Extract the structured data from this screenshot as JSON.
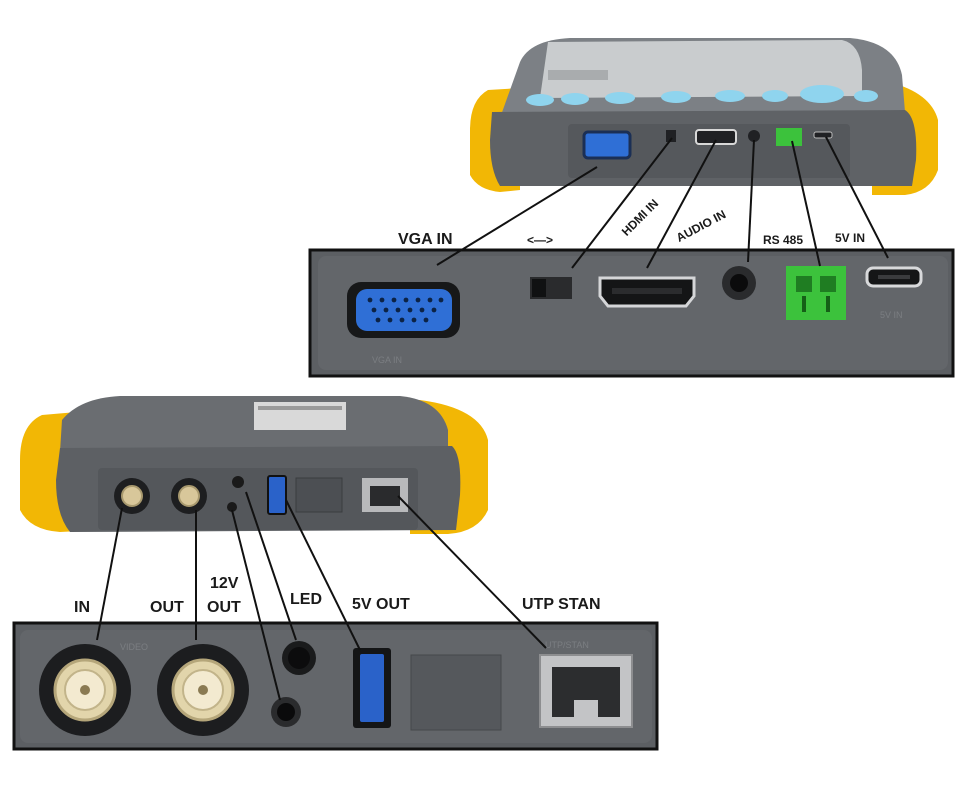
{
  "top_panel": {
    "labels": {
      "vga_in": "VGA IN",
      "switch": "<—>",
      "hdmi_in": "HDMI IN",
      "audio_in": "AUDIO IN",
      "rs485": "RS 485",
      "v5_in": "5V IN"
    }
  },
  "bottom_panel": {
    "labels": {
      "in": "IN",
      "out": "OUT",
      "v12_out_line1": "12V",
      "v12_out_line2": "OUT",
      "led": "LED",
      "v5_out": "5V OUT",
      "utp_stan": "UTP STAN"
    }
  },
  "colors": {
    "device_gray": "#6b6e72",
    "panel_gray": "#5c5f63",
    "bumper_yellow": "#f2b705",
    "vga_blue": "#2f6fd6",
    "usb_blue": "#2a62c9",
    "terminal_green": "#3cc23c",
    "button_cyan": "#8fd4ee"
  }
}
